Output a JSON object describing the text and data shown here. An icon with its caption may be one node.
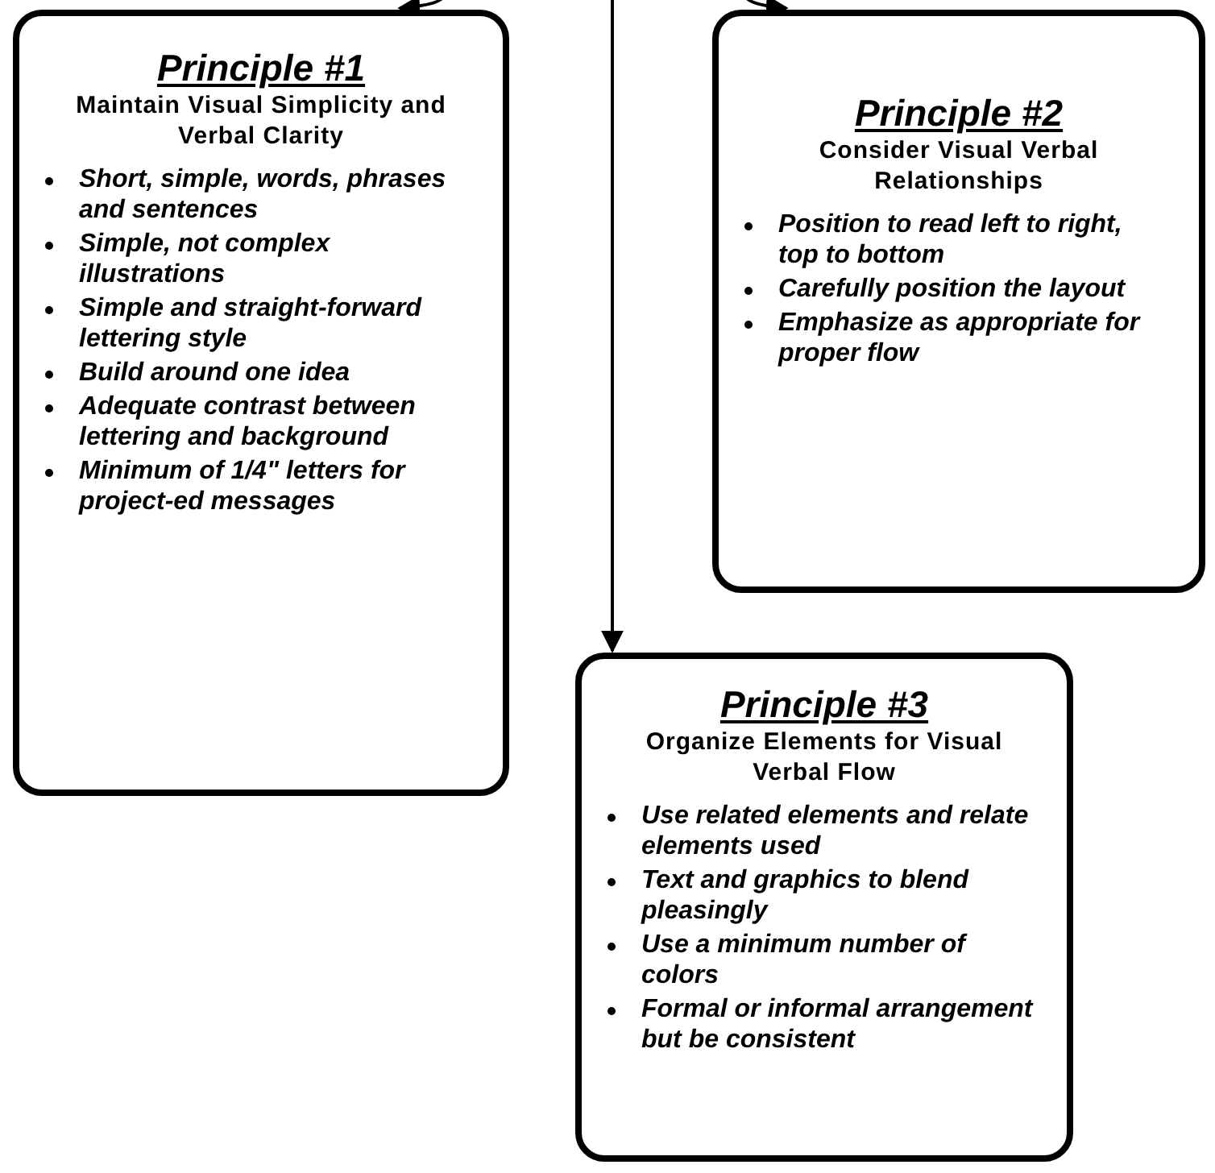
{
  "diagram": {
    "nodes": [
      {
        "text": [
          "Principle #1",
          "Maintain Visual Simplicity and Verbal Clarity",
          "Short, simple, words, phrases and sentences",
          "Simple, not complex illustrations",
          "Simple and straight-forward lettering style",
          "Build around one idea",
          "Adequate contrast between lettering and background",
          "Minimum of 1/4\" letters for project-ed messages"
        ]
      },
      {
        "text": [
          "Principle #2",
          "Consider Visual Verbal Relationships",
          "Position to read left to right, top to bottom",
          "Carefully position the layout",
          "Emphasize as appropriate for proper flow"
        ]
      },
      {
        "text": [
          "Principle #3",
          "Organize Elements for Visual Verbal Flow",
          "Use related elements and relate elements used",
          "Text and graphics to blend pleasingly",
          "Use a minimum number of colors",
          "Formal or informal arrangement but be consistent"
        ]
      }
    ],
    "edges": [
      {
        "from": null,
        "to": 0,
        "arrow": "to"
      },
      {
        "from": null,
        "to": 2,
        "arrow": "to"
      },
      {
        "from": null,
        "to": 1,
        "arrow": "to"
      }
    ]
  }
}
